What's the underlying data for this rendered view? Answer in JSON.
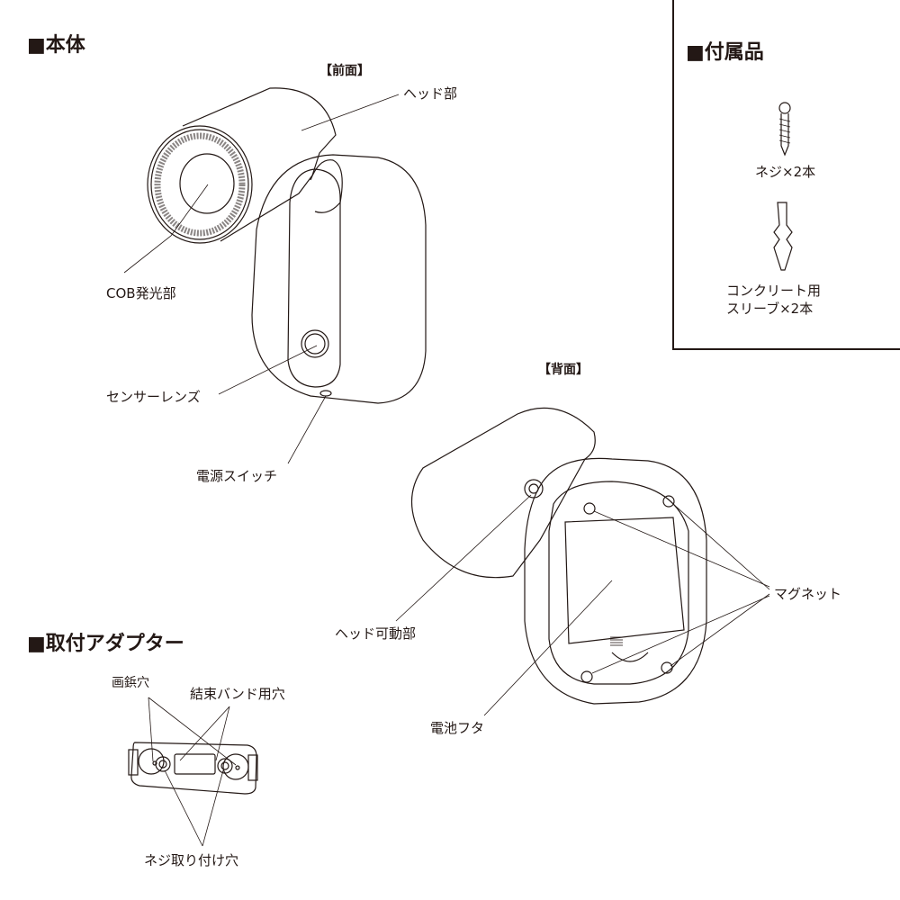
{
  "body_section": {
    "title": "■本体",
    "front_label": "【前面】",
    "back_label": "【背面】",
    "callouts": {
      "head": "ヘッド部",
      "cob": "COB発光部",
      "sensor": "センサーレンズ",
      "power": "電源スイッチ",
      "head_pivot": "ヘッド可動部",
      "battery_cover": "電池フタ",
      "magnet": "マグネット"
    }
  },
  "accessories": {
    "title": "■付属品",
    "screw": "ネジ×2本",
    "sleeve_line1": "コンクリート用",
    "sleeve_line2": "スリーブ×2本"
  },
  "adapter": {
    "title": "■取付アダプター",
    "pin_hole": "画鋲穴",
    "band_hole": "結束バンド用穴",
    "screw_hole": "ネジ取り付け穴"
  }
}
